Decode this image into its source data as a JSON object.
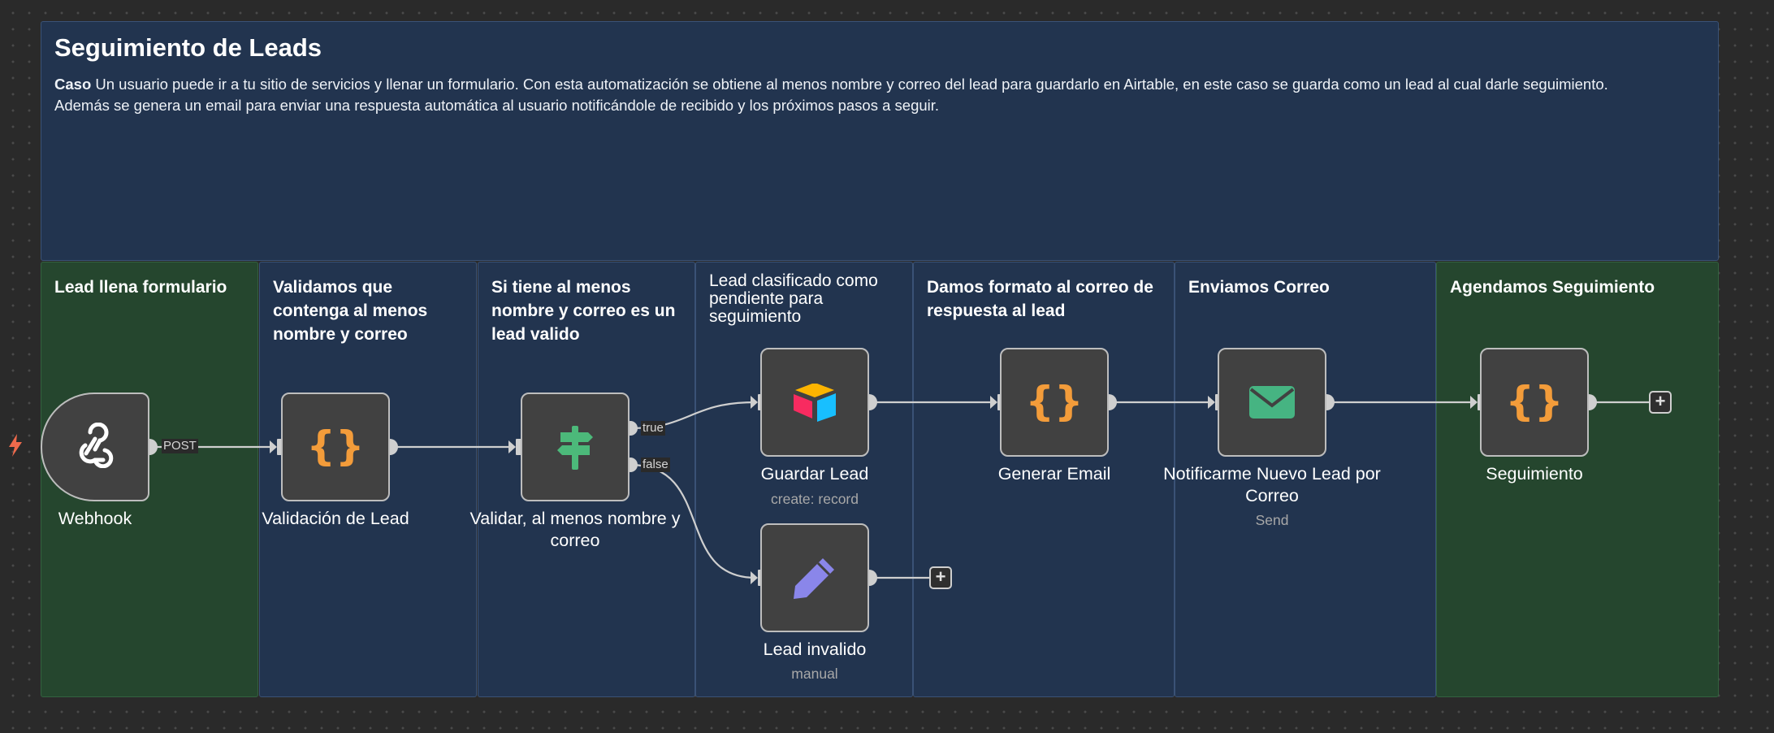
{
  "workflow": {
    "title": "Seguimiento de Leads",
    "description_label": "Caso",
    "description": "Un usuario puede ir a tu sitio de servicios y llenar un formulario. Con esta automatización se obtiene al menos nombre y correo del lead para guardarlo en Airtable, en este caso se guarda como un lead al cual darle seguimiento. Además se genera un email para enviar una respuesta automática al usuario notificándole de recibido y los próximos pasos a seguir."
  },
  "sticky_notes": {
    "lead_form": "Lead llena formulario",
    "validate": "Validamos que contenga al menos nombre y correo",
    "check": "Si tiene al menos nombre y correo es un lead valido",
    "classified": "Lead clasificado como pendiente para seguimiento",
    "format": "Damos formato al correo de respuesta al lead",
    "send": "Enviamos Correo",
    "schedule": "Agendamos Seguimiento"
  },
  "nodes": {
    "webhook": {
      "label": "Webhook",
      "icon": "webhook-icon"
    },
    "validation": {
      "label": "Validación de Lead",
      "icon": "code-braces-icon"
    },
    "if": {
      "label": "Validar, al menos nombre y correo",
      "icon": "signpost-icon"
    },
    "airtable": {
      "label": "Guardar Lead",
      "subtitle": "create: record",
      "icon": "airtable-icon"
    },
    "invalid": {
      "label": "Lead invalido",
      "subtitle": "manual",
      "icon": "pencil-icon"
    },
    "email": {
      "label": "Generar Email",
      "icon": "code-braces-icon"
    },
    "notify": {
      "label": "Notificarme Nuevo Lead por Correo",
      "subtitle": "Send",
      "icon": "envelope-icon"
    },
    "followup": {
      "label": "Seguimiento",
      "icon": "code-braces-icon"
    }
  },
  "edges": {
    "post": "POST",
    "true": "true",
    "false": "false"
  },
  "colors": {
    "note_blue": "#22344f",
    "note_green": "#25462e",
    "braces": "#f39c3a",
    "signpost": "#4cb97a",
    "envelope": "#46b482",
    "pencil": "#8a86ea",
    "trigger_bolt": "#ef6a4c"
  }
}
